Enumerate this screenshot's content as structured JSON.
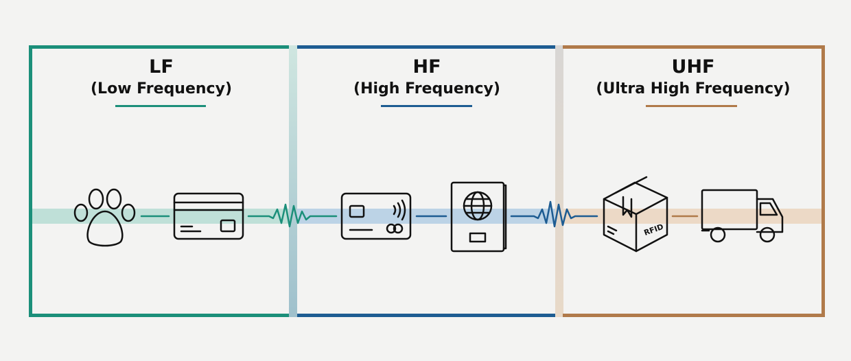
{
  "bands": [
    {
      "abbr": "LF",
      "full": "(Low Frequency)",
      "color": "#1b8f7a",
      "examples": [
        "paw-print (animal tag)",
        "access card"
      ]
    },
    {
      "abbr": "HF",
      "full": "(High Frequency)",
      "color": "#1d5c92",
      "examples": [
        "contactless payment card",
        "passport"
      ]
    },
    {
      "abbr": "UHF",
      "full": "(Ultra High Frequency)",
      "color": "#b07a4a",
      "examples": [
        "RFID package",
        "delivery truck"
      ]
    }
  ],
  "package_label": "RFID"
}
